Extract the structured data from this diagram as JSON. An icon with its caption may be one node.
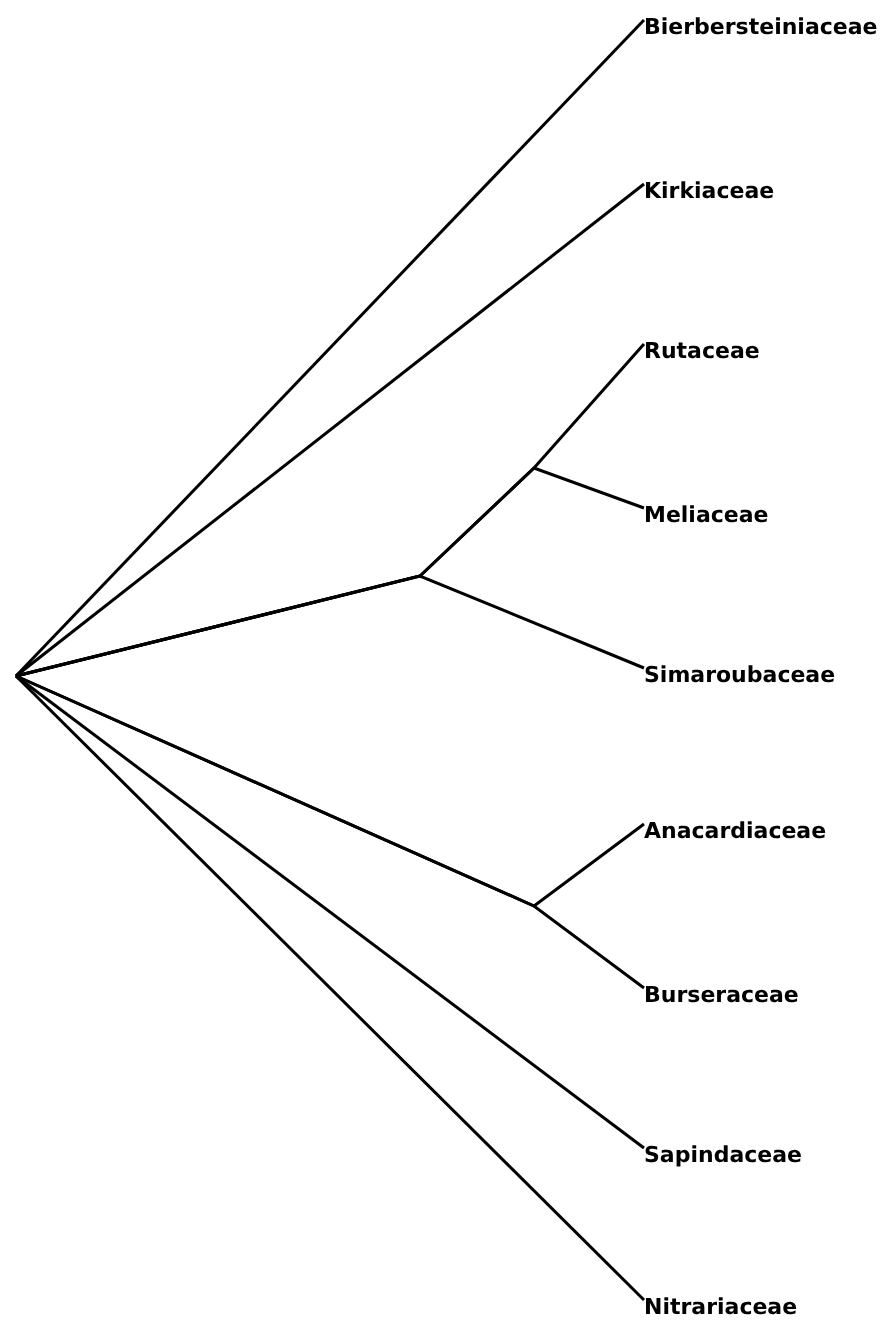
{
  "diagram": {
    "nodes": [
      {
        "text": [
          "Bierbersteiniaceae"
        ]
      },
      {
        "text": [
          "Kirkiaceae"
        ]
      },
      {
        "text": [
          "Rutaceae"
        ]
      },
      {
        "text": [
          "Meliaceae"
        ]
      },
      {
        "text": [
          "Simaroubaceae"
        ]
      },
      {
        "text": [
          "Anacardiaceae"
        ]
      },
      {
        "text": [
          "Burseraceae"
        ]
      },
      {
        "text": [
          "Sapindaceae"
        ]
      },
      {
        "text": [
          "Nitrariaceae"
        ]
      }
    ],
    "edges": [
      {
        "from": null,
        "to": 0,
        "arrow": "none"
      },
      {
        "from": null,
        "to": 1,
        "arrow": "none"
      },
      {
        "from": null,
        "to": 2,
        "arrow": "none"
      },
      {
        "from": null,
        "to": 3,
        "arrow": "none"
      },
      {
        "from": null,
        "to": 4,
        "arrow": "none"
      },
      {
        "from": null,
        "to": 5,
        "arrow": "none"
      },
      {
        "from": null,
        "to": 6,
        "arrow": "none"
      },
      {
        "from": null,
        "to": 7,
        "arrow": "none"
      },
      {
        "from": null,
        "to": 8,
        "arrow": "none"
      }
    ]
  }
}
